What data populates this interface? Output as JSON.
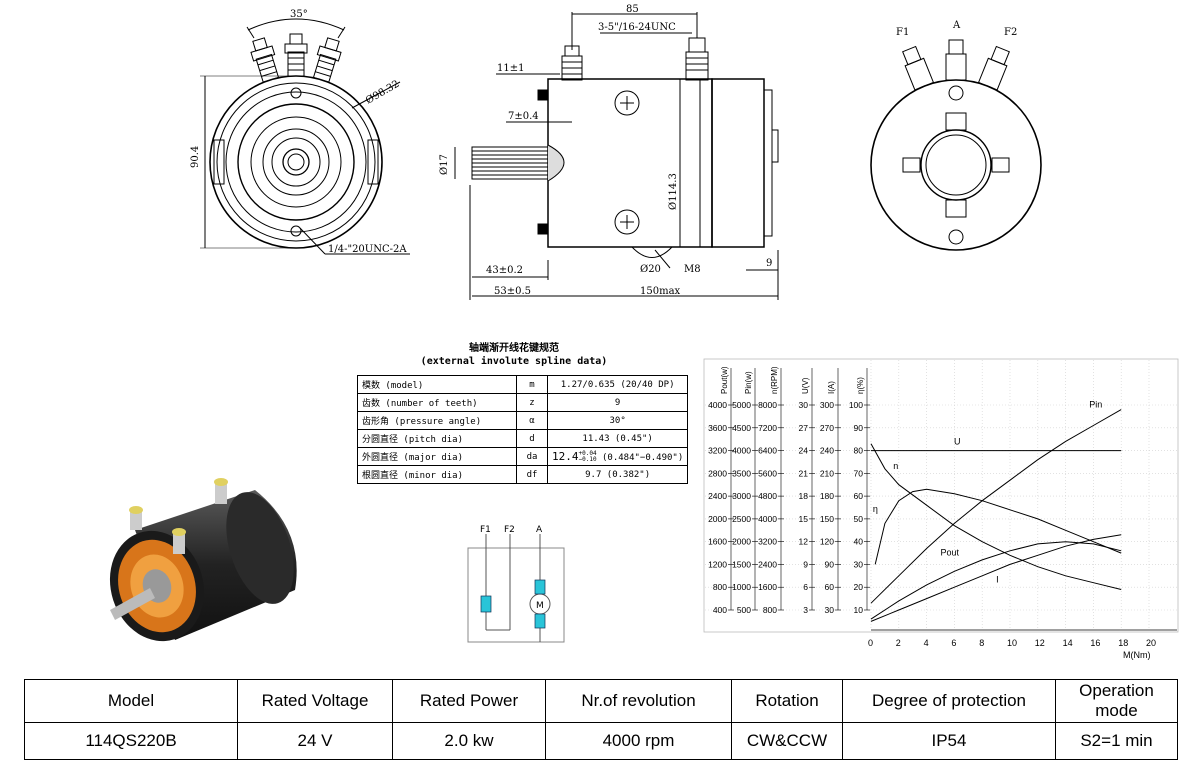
{
  "spline": {
    "title_cn": "轴端渐开线花键规范",
    "title_en": "(external involute spline data)",
    "rows": [
      {
        "name": "模数 (model)",
        "sym": "m",
        "value": "1.27/0.635 (20/40 DP)"
      },
      {
        "name": "齿数 (number of teeth)",
        "sym": "z",
        "value": "9"
      },
      {
        "name": "齿形角 (pressure angle)",
        "sym": "α",
        "value": "30°"
      },
      {
        "name": "分圆直径 (pitch dia)",
        "sym": "d",
        "value": "11.43 (0.45\")"
      },
      {
        "name": "外圆直径 (major dia)",
        "sym": "da",
        "value_main": "12.4",
        "value_sup": "+0.04",
        "value_sub": "−0.10",
        "value_rest": " (0.484\"−0.490\")"
      },
      {
        "name": "根圆直径 (minor dia)",
        "sym": "df",
        "value": "9.7 (0.382\")"
      }
    ]
  },
  "dims": {
    "angle": "35°",
    "dia_9832": "Ø98.32",
    "h_904": "90.4",
    "thread_front": "1/4-\"20UNC-2A",
    "d85": "85",
    "unc": "3-5\"/16-24UNC",
    "d11": "11±1",
    "d7": "7±0.4",
    "d17": "Ø17",
    "d1143": "Ø114.3",
    "d43": "43±0.2",
    "d53": "53±0.5",
    "d150": "150max",
    "d20": "Ø20",
    "m8": "M8",
    "d9": "9",
    "f1": "F1",
    "a": "A",
    "f2": "F2"
  },
  "wiring": {
    "f1": "F1",
    "f2": "F2",
    "a": "A",
    "m": "M"
  },
  "chart_data": {
    "type": "line",
    "xlabel": "M(Nm)",
    "x_ticks": [
      "0",
      "2",
      "4",
      "6",
      "8",
      "10",
      "12",
      "14",
      "16",
      "18",
      "20"
    ],
    "axes": [
      {
        "label": "Pout(w)",
        "ticks": [
          "4000",
          "3600",
          "3200",
          "2800",
          "2400",
          "2000",
          "1600",
          "1200",
          "800",
          "400"
        ]
      },
      {
        "label": "Pin(w)",
        "ticks": [
          "5000",
          "4500",
          "4000",
          "3500",
          "3000",
          "2500",
          "2000",
          "1500",
          "1000",
          "500"
        ]
      },
      {
        "label": "n(RPM)",
        "ticks": [
          "8000",
          "7200",
          "6400",
          "5600",
          "4800",
          "4000",
          "3200",
          "2400",
          "1600",
          "800"
        ]
      },
      {
        "label": "U(V)",
        "ticks": [
          "30",
          "27",
          "24",
          "21",
          "18",
          "15",
          "12",
          "9",
          "6",
          "3"
        ]
      },
      {
        "label": "I(A)",
        "ticks": [
          "300",
          "270",
          "240",
          "210",
          "180",
          "150",
          "120",
          "90",
          "60",
          "30"
        ]
      },
      {
        "label": "η(%)",
        "ticks": [
          "100",
          "90",
          "80",
          "70",
          "60",
          "50",
          "40",
          "30",
          "20",
          "10"
        ]
      }
    ],
    "series": [
      {
        "name": "Pin",
        "points": [
          [
            0,
            13
          ],
          [
            2,
            25
          ],
          [
            4,
            37
          ],
          [
            6,
            48
          ],
          [
            8,
            58
          ],
          [
            10,
            67
          ],
          [
            12,
            76
          ],
          [
            14,
            84
          ],
          [
            16,
            91
          ],
          [
            18,
            98
          ]
        ]
      },
      {
        "name": "U",
        "points": [
          [
            0,
            80
          ],
          [
            18,
            80
          ]
        ]
      },
      {
        "name": "n",
        "points": [
          [
            0,
            83
          ],
          [
            1,
            72
          ],
          [
            2,
            65
          ],
          [
            4,
            56
          ],
          [
            6,
            47
          ],
          [
            8,
            40
          ],
          [
            10,
            34
          ],
          [
            12,
            29
          ],
          [
            14,
            25
          ],
          [
            16,
            22
          ],
          [
            18,
            19
          ]
        ]
      },
      {
        "name": "η",
        "points": [
          [
            0.3,
            30
          ],
          [
            1,
            48
          ],
          [
            2,
            58
          ],
          [
            3,
            62
          ],
          [
            4,
            63
          ],
          [
            6,
            61
          ],
          [
            8,
            58
          ],
          [
            10,
            54
          ],
          [
            12,
            50
          ],
          [
            14,
            45
          ],
          [
            16,
            40
          ],
          [
            18,
            35
          ]
        ]
      },
      {
        "name": "Pout",
        "points": [
          [
            0,
            6
          ],
          [
            2,
            14
          ],
          [
            4,
            21
          ],
          [
            6,
            27
          ],
          [
            8,
            32
          ],
          [
            10,
            36
          ],
          [
            12,
            39
          ],
          [
            14,
            40
          ],
          [
            16,
            39
          ],
          [
            18,
            36
          ]
        ]
      },
      {
        "name": "I",
        "points": [
          [
            0,
            5
          ],
          [
            2,
            10
          ],
          [
            4,
            15
          ],
          [
            6,
            20
          ],
          [
            8,
            25
          ],
          [
            10,
            30
          ],
          [
            12,
            34
          ],
          [
            14,
            38
          ],
          [
            16,
            41
          ],
          [
            18,
            43
          ]
        ]
      }
    ]
  },
  "spec": {
    "headers": [
      "Model",
      "Rated Voltage",
      "Rated Power",
      "Nr.of revolution",
      "Rotation",
      "Degree of protection",
      "Operation mode"
    ],
    "values": [
      "114QS220B",
      "24 V",
      "2.0 kw",
      "4000 rpm",
      "CW&CCW",
      "IP54",
      "S2=1 min"
    ]
  }
}
